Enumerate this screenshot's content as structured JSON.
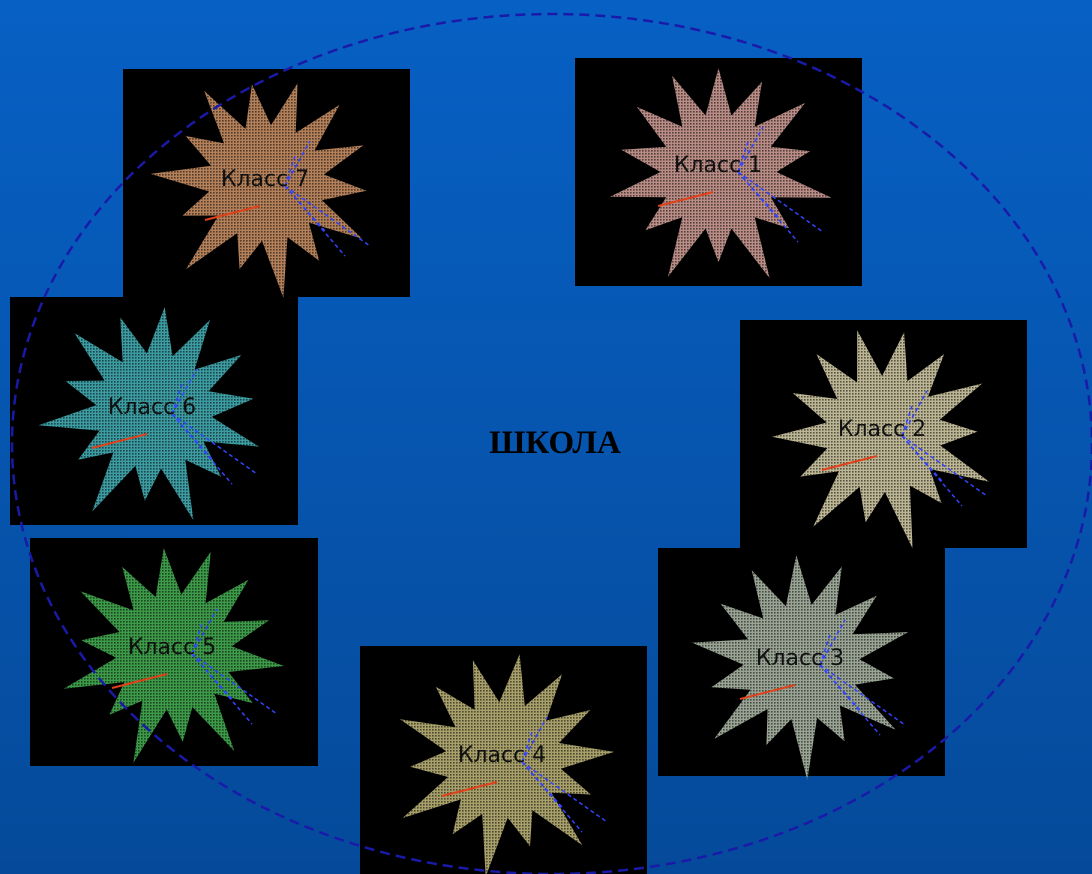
{
  "school": {
    "label": "ШКОЛА"
  },
  "colors": {
    "background": "#0760c4",
    "panel": "#000000",
    "ellipse": "#1a1aa8",
    "accent_line": "#e0401a",
    "dash_lines": "#3344ff"
  },
  "classes": [
    {
      "label": "Класс 1",
      "color": "#b98c86"
    },
    {
      "label": "Класс 2",
      "color": "#bdb694"
    },
    {
      "label": "Класс 3",
      "color": "#9aa494"
    },
    {
      "label": "Класс 4",
      "color": "#a8a06a"
    },
    {
      "label": "Класс 5",
      "color": "#3c9a48"
    },
    {
      "label": "Класс 6",
      "color": "#3c9ca2"
    },
    {
      "label": "Класс 7",
      "color": "#b4805a"
    }
  ]
}
